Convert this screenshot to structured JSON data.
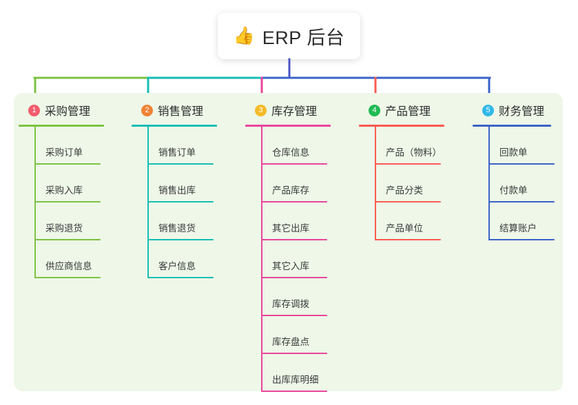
{
  "root": {
    "icon": "thumbs-up-icon",
    "icon_glyph": "👍",
    "title": "ERP 后台"
  },
  "theme": {
    "panel_background": "#eef7e8",
    "page_background": "#ffffff",
    "root_connector": "#4a54c4",
    "text_color": "#2e2e2e"
  },
  "columns": [
    {
      "number": "1",
      "title": "采购管理",
      "badge_color": "#F25C6E",
      "line_color": "#7DC242",
      "connector_color": "#7DC242",
      "items": [
        {
          "label": "采购订单"
        },
        {
          "label": "采购入库"
        },
        {
          "label": "采购退货"
        },
        {
          "label": "供应商信息"
        }
      ]
    },
    {
      "number": "2",
      "title": "销售管理",
      "badge_color": "#F08334",
      "line_color": "#16BDB4",
      "connector_color": "#16BDB4",
      "items": [
        {
          "label": "销售订单"
        },
        {
          "label": "销售出库"
        },
        {
          "label": "销售退货"
        },
        {
          "label": "客户信息"
        }
      ]
    },
    {
      "number": "3",
      "title": "库存管理",
      "badge_color": "#F5BA26",
      "line_color": "#E8459A",
      "connector_color": "#E8459A",
      "items": [
        {
          "label": "仓库信息"
        },
        {
          "label": "产品库存"
        },
        {
          "label": "其它出库"
        },
        {
          "label": "其它入库"
        },
        {
          "label": "库存调拨"
        },
        {
          "label": "库存盘点"
        },
        {
          "label": "出库库明细"
        }
      ]
    },
    {
      "number": "4",
      "title": "产品管理",
      "badge_color": "#21BA53",
      "line_color": "#FA5A50",
      "connector_color": "#FA5A50",
      "items": [
        {
          "label": "产品（物料）"
        },
        {
          "label": "产品分类"
        },
        {
          "label": "产品单位"
        }
      ]
    },
    {
      "number": "5",
      "title": "财务管理",
      "badge_color": "#31B9E8",
      "line_color": "#3A63C8",
      "connector_color": "#3A63C8",
      "items": [
        {
          "label": "回款单"
        },
        {
          "label": "付款单"
        },
        {
          "label": "结算账户"
        }
      ]
    }
  ]
}
